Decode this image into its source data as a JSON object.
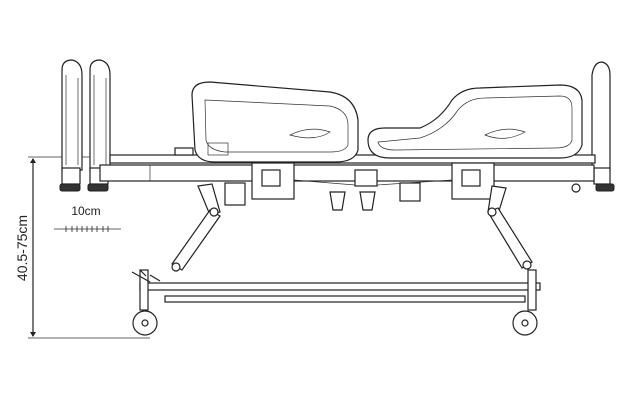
{
  "diagram": {
    "subject": "hospital-bed-side-view",
    "height_dimension": "40.5-75cm",
    "scale_label": "10cm",
    "line_color": "#222222",
    "background_color": "#ffffff"
  }
}
